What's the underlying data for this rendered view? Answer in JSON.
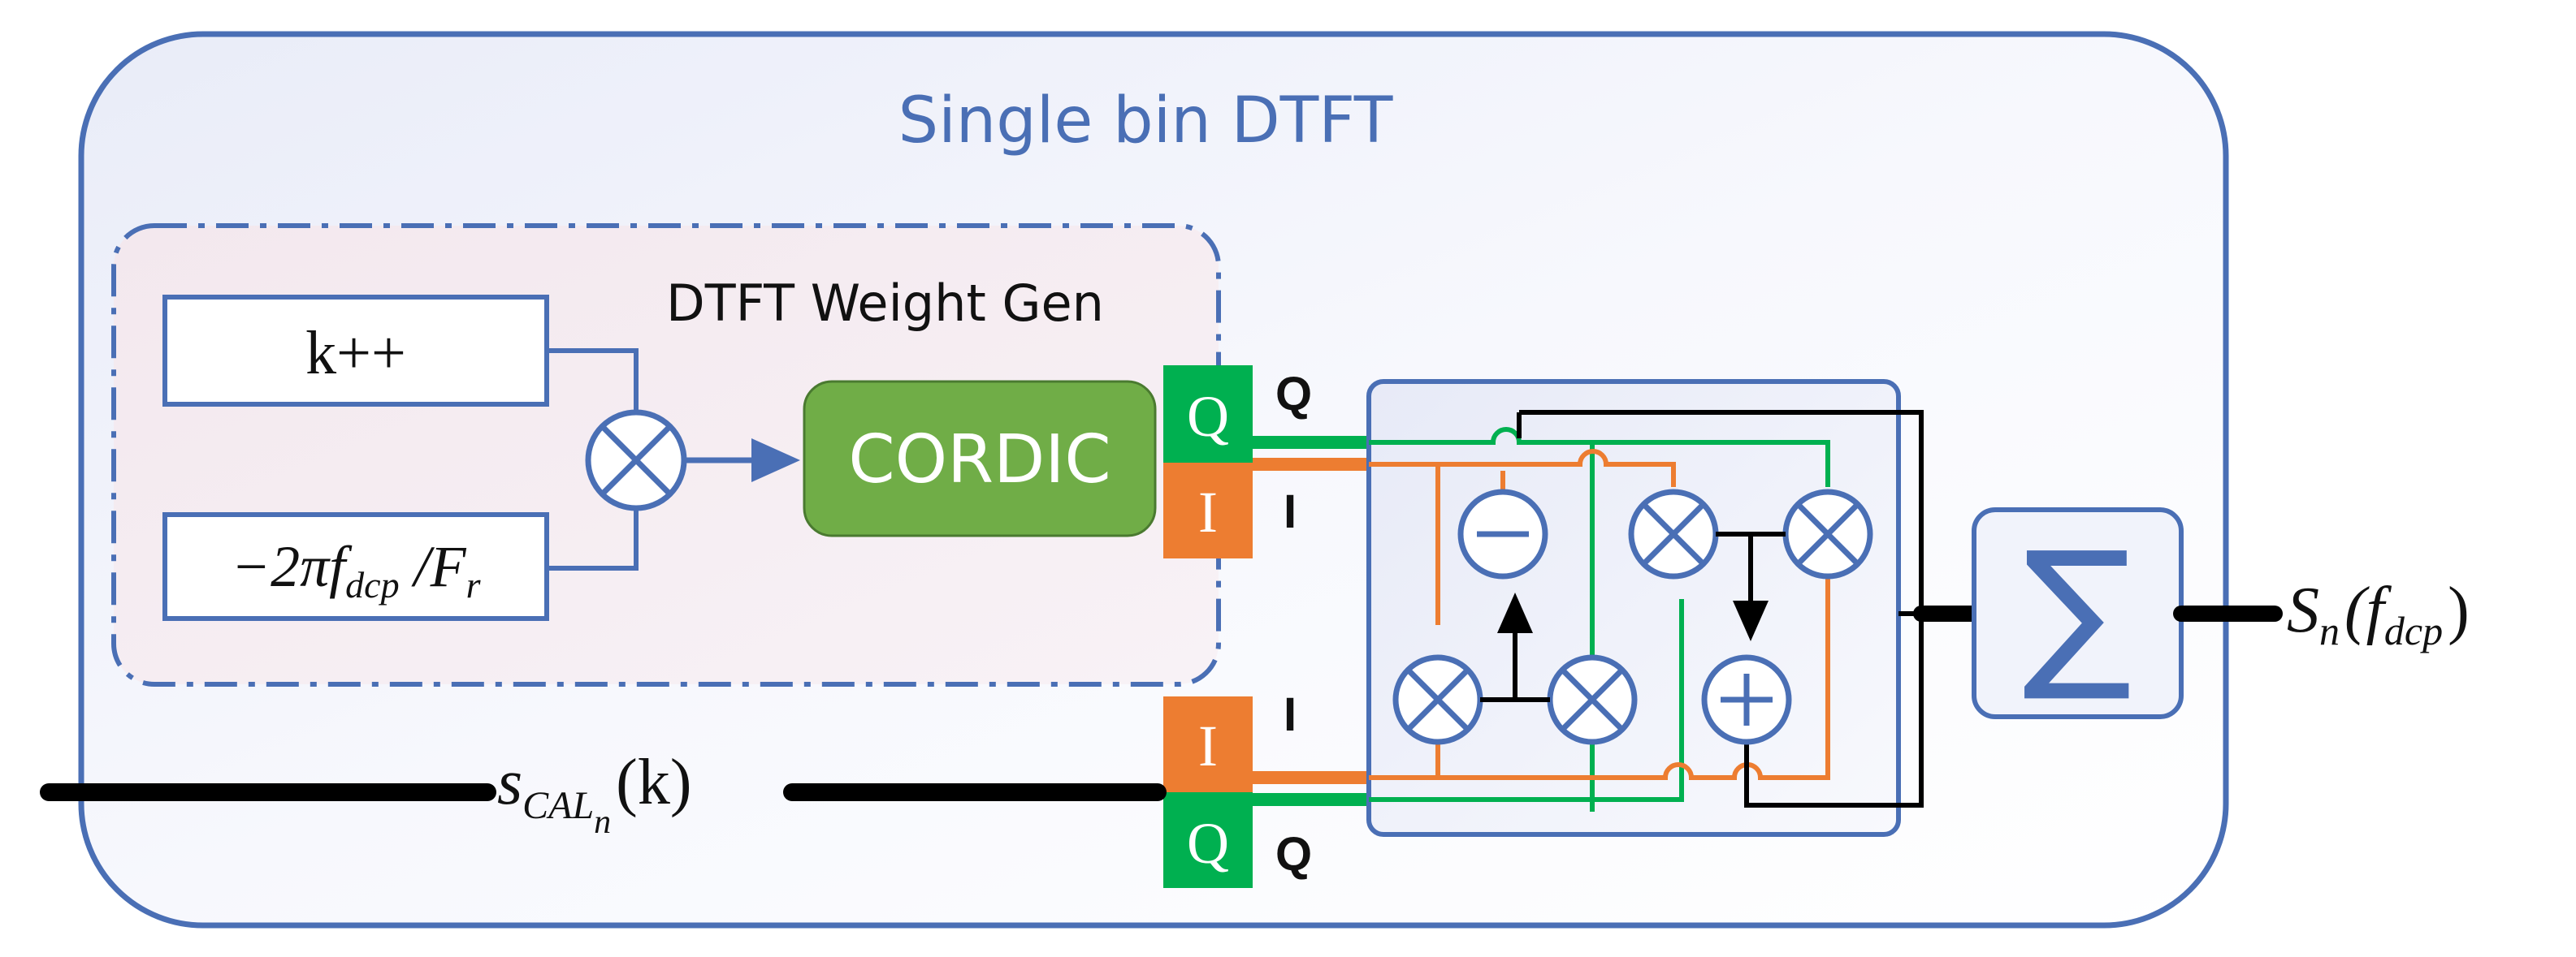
{
  "title": "Single bin DTFT",
  "weight_gen": {
    "label": "DTFT Weight Gen",
    "counter_label": "k++",
    "frequency_label": "−2πf",
    "frequency_sub": "dcp",
    "frequency_div": " /F",
    "frequency_div_sub": "r",
    "cordic_label": "CORDIC"
  },
  "ports": {
    "top_q": "Q",
    "top_i": "I",
    "bottom_i": "I",
    "bottom_q": "Q",
    "top_q_side": "Q",
    "top_i_side": "I",
    "bottom_i_side": "I",
    "bottom_q_side": "Q"
  },
  "input_signal": {
    "main": "s",
    "sub": "CAL",
    "sub_sub": "n",
    "arg": "(k)"
  },
  "output_signal": {
    "main": "S",
    "sub": "n",
    "arg_open": "(f",
    "arg_sub": "dcp",
    "arg_close": ")"
  },
  "accumulator_symbol": "∑",
  "colors": {
    "blue": "#4a6fb5",
    "green": "#00b050",
    "orange": "#ed7d31",
    "cordic_green": "#70ad47",
    "black": "#000000"
  }
}
